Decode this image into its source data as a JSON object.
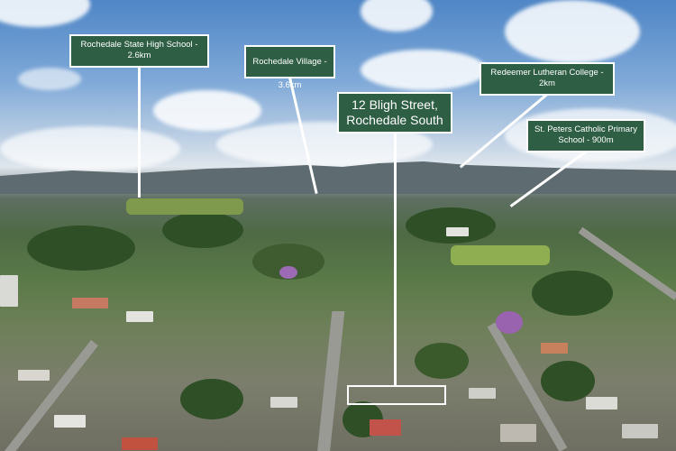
{
  "image": {
    "description_colors": {
      "label_bg": "#2e5e44",
      "label_border": "#ffffff",
      "pointer": "#ffffff"
    }
  },
  "labels": {
    "high_school": "Rochedale State High School - 2.6km",
    "village": "Rochedale Village - 3.6km",
    "property_line1": "12 Bligh Street,",
    "property_line2": "Rochedale South",
    "lutheran": "Redeemer Lutheran College - 2km",
    "st_peters": "St. Peters Catholic Primary School - 900m"
  }
}
